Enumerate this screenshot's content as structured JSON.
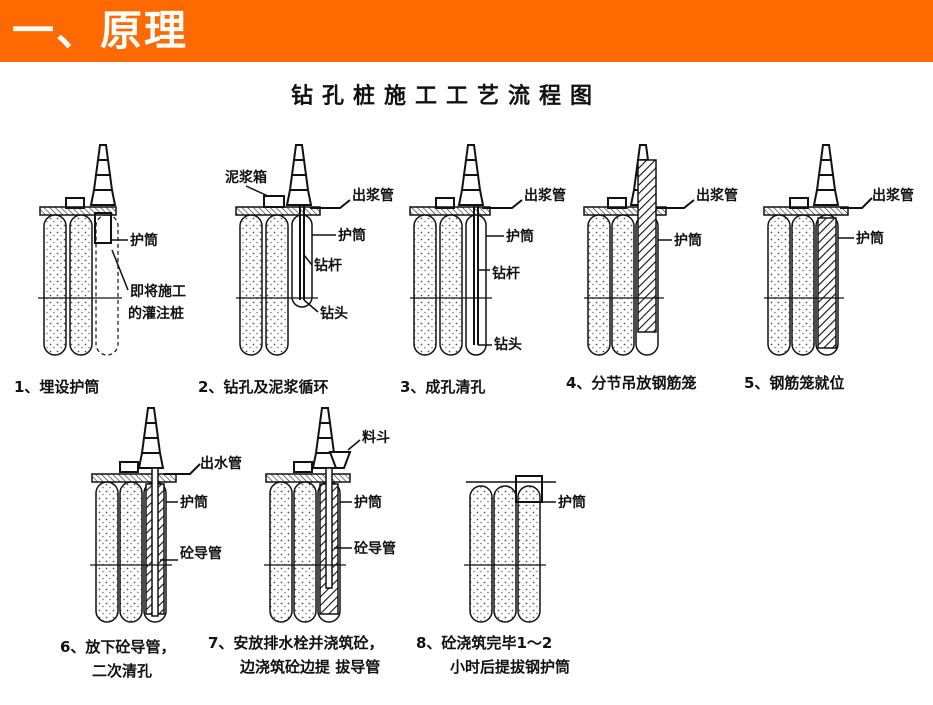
{
  "header": {
    "title": "一、原理",
    "accent_color": "#ff6a00"
  },
  "diagram": {
    "title": "钻孔桩施工工艺流程图",
    "steps": [
      {
        "caption": "1、埋设护筒",
        "labels": {
          "casing": "护筒",
          "pile": "即将施工",
          "pile2": "的灌注桩"
        }
      },
      {
        "caption": "2、钻孔及泥浆循环",
        "labels": {
          "tank": "泥浆箱",
          "outlet": "出浆管",
          "casing": "护筒",
          "rod": "钻杆",
          "bit": "钻头"
        }
      },
      {
        "caption": "3、成孔清孔",
        "labels": {
          "outlet": "出浆管",
          "casing": "护筒",
          "rod": "钻杆",
          "bit": "钻头"
        }
      },
      {
        "caption": "4、分节吊放钢筋笼",
        "labels": {
          "outlet": "出浆管",
          "casing": "护筒"
        }
      },
      {
        "caption": "5、钢筋笼就位",
        "labels": {
          "outlet": "出浆管",
          "casing": "护筒"
        }
      },
      {
        "caption": "6、放下砼导管，",
        "caption2": "二次清孔",
        "labels": {
          "outlet": "出水管",
          "casing": "护筒",
          "tremie": "砼导管"
        }
      },
      {
        "caption": "7、安放排水栓并浇筑砼，",
        "caption2": "边浇筑砼边提 拔导管",
        "labels": {
          "hopper": "料斗",
          "casing": "护筒",
          "tremie": "砼导管"
        }
      },
      {
        "caption": "8、砼浇筑完毕1～2",
        "caption2": "小时后提拔钢护筒",
        "labels": {
          "casing": "护筒"
        }
      }
    ]
  }
}
